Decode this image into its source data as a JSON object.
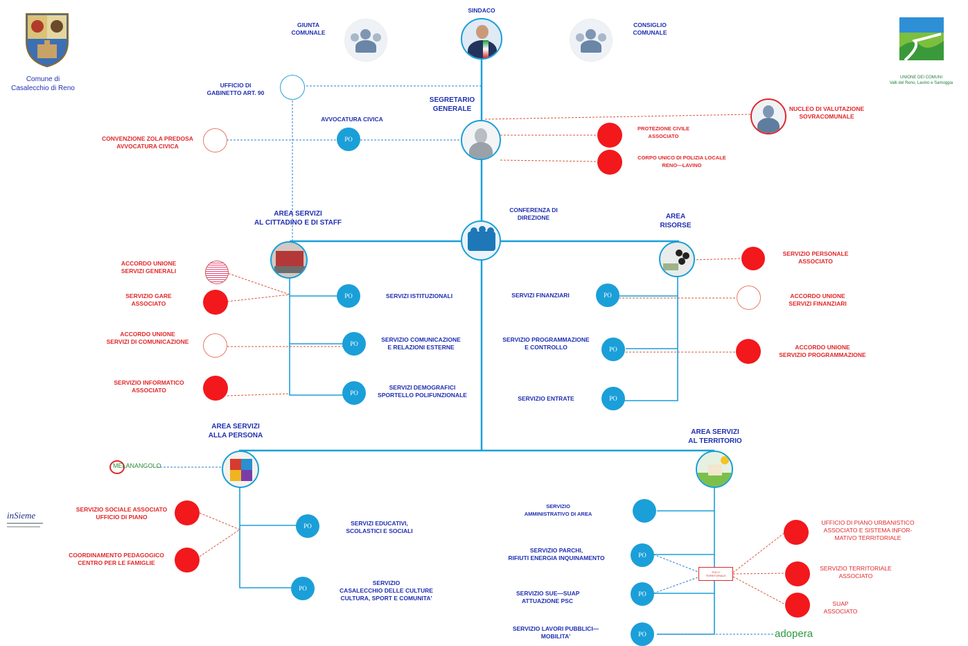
{
  "top": {
    "sindaco": "SINDACO",
    "giunta": [
      "GIUNTA",
      "COMUNALE"
    ],
    "consiglio": [
      "CONSIGLIO",
      "COMUNALE"
    ],
    "ufficio_gabinetto": [
      "UFFICIO DI",
      "GABINETTO ART. 90"
    ],
    "segretario": [
      "SEGRETARIO",
      "GENERALE"
    ],
    "avvocatura": "AVVOCATURA CIVICA",
    "convenzione": [
      "CONVENZIONE ZOLA PREDOSA",
      "AVVOCATURA CIVICA"
    ],
    "nucleo": [
      "NUCLEO DI VALUTAZIONE",
      "SOVRACOMUNALE"
    ],
    "protezione": [
      "PROTEZIONE CIVILE",
      "ASSOCIATO"
    ],
    "polizia": [
      "CORPO UNICO DI POLIZIA LOCALE",
      "RENO—LAVINO"
    ],
    "conferenza": [
      "CONFERENZA DI",
      "DIREZIONE"
    ]
  },
  "logos": {
    "comune": [
      "Comune di",
      "Casalecchio di Reno"
    ],
    "unione": [
      "UNIONE DEI COMUNI",
      "Valli del Reno, Lavino e Samoggia"
    ],
    "melanango": "MELANANGOLO",
    "insieme": "inSieme",
    "adopera": "adopera"
  },
  "area_cittadino": {
    "title": [
      "AREA SERVIZI",
      "AL CITTADINO E DI STAFF"
    ],
    "po_label": "PO",
    "services": [
      "SERVIZI ISTITUZIONALI",
      [
        "SERVIZIO COMUNICAZIONE",
        "E RELAZIONI ESTERNE"
      ],
      [
        "SERVIZI DEMOGRAFICI",
        "SPORTELLO POLIFUNZIONALE"
      ]
    ],
    "associated": [
      [
        "ACCORDO UNIONE",
        "SERVIZI GENERALI"
      ],
      [
        "SERVIZIO GARE",
        "ASSOCIATO"
      ],
      [
        "ACCORDO UNIONE",
        "SERVIZI DI COMUNICAZIONE"
      ],
      [
        "SERVIZIO INFORMATICO",
        "ASSOCIATO"
      ]
    ]
  },
  "area_risorse": {
    "title": [
      "AREA",
      "RISORSE"
    ],
    "services": [
      "SERVIZI FINANZIARI",
      [
        "SERVIZIO  PROGRAMMAZIONE",
        "E CONTROLLO"
      ],
      "SERVIZIO ENTRATE"
    ],
    "associated": [
      [
        "SERVIZIO PERSONALE",
        "ASSOCIATO"
      ],
      [
        "ACCORDO UNIONE",
        "SERVIZI FINANZIARI"
      ],
      [
        "ACCORDO UNIONE",
        "SERVIZIO  PROGRAMMAZIONE"
      ]
    ]
  },
  "area_persona": {
    "title": [
      "AREA SERVIZI",
      "ALLA PERSONA"
    ],
    "services": [
      [
        "SERVIZI EDUCATIVI,",
        "SCOLASTICI E  SOCIALI"
      ],
      [
        "SERVIZIO",
        "CASALECCHIO DELLE CULTURE",
        "CULTURA, SPORT E COMUNITA'"
      ]
    ],
    "associated": [
      [
        "SERVIZIO SOCIALE ASSOCIATO",
        "UFFICIO DI PIANO"
      ],
      [
        "COORDINAMENTO PEDAGOGICO",
        "CENTRO PER LE FAMIGLIE"
      ]
    ]
  },
  "area_territorio": {
    "title": [
      "AREA SERVIZI",
      "AL TERRITORIO"
    ],
    "services": [
      [
        "SERVIZIO",
        "AMMINISTRATIVO DI AREA"
      ],
      [
        "SERVIZIO PARCHI,",
        "RIFIUTI ENERGIA INQUINAMENTO"
      ],
      [
        "SERVIZIO SUE—SUAP",
        "ATTUAZIONE PSC"
      ],
      [
        "SERVIZIO LAVORI PUBBLICI—",
        "MOBILITA'"
      ]
    ],
    "polo": [
      "POLO",
      "TERRITORIALE"
    ],
    "associated": [
      [
        "UFFICIO DI PIANO URBANISTICO",
        "ASSOCIATO E SISTEMA INFOR-",
        "MATIVO TERRITORIALE"
      ],
      [
        "SERVIZIO TERRITORIALE",
        "ASSOCIATO"
      ],
      [
        "SUAP",
        "ASSOCIATO"
      ]
    ]
  },
  "colors": {
    "line": "#1b9fd9",
    "red": "#f2181c",
    "navy": "#1f2fb0",
    "dash_red": "#d9573a"
  }
}
